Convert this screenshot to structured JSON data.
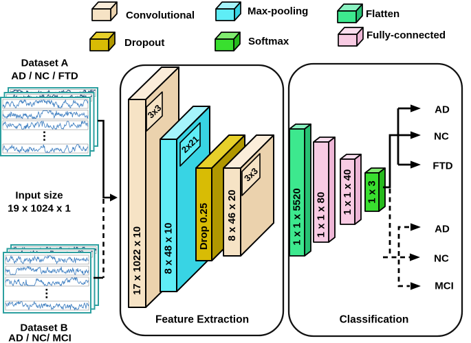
{
  "figure": {
    "description": "CNN architecture diagram for EEG classification"
  },
  "legend": {
    "items": [
      {
        "id": "convolutional",
        "label": "Convolutional",
        "front": "#F6E3C5",
        "top": "#FBEDDA",
        "side": "#EBD2AD"
      },
      {
        "id": "max-pooling",
        "label": "Max-pooling",
        "front": "#5FEDF6",
        "top": "#A5F4FB",
        "side": "#38D4E4"
      },
      {
        "id": "flatten",
        "label": "Flatten",
        "front": "#3DE88E",
        "top": "#8AF2C1",
        "side": "#27C173"
      },
      {
        "id": "dropout",
        "label": "Dropout",
        "front": "#D8BC05",
        "top": "#E7D02A",
        "side": "#B09700"
      },
      {
        "id": "softmax",
        "label": "Softmax",
        "front": "#39DF2F",
        "top": "#80EC6F",
        "side": "#27BA1E"
      },
      {
        "id": "fully-connected",
        "label": "Fully-connected",
        "front": "#F8CBE3",
        "top": "#FBDFEF",
        "side": "#EDB6D6"
      }
    ]
  },
  "left_panel": {
    "dataset_a": {
      "title": "Dataset A",
      "classes": "AD / NC / FTD"
    },
    "input_size_line1": "Input size",
    "input_size_line2": "19 x 1024 x 1",
    "dataset_b": {
      "title": "Dataset B",
      "classes": "AD / NC/ MCI"
    }
  },
  "feature_extraction": {
    "caption": "Feature Extraction",
    "layers": [
      {
        "type": "convolutional",
        "label": "17 x 1022 x 10",
        "kernel": "3x3"
      },
      {
        "type": "max-pooling",
        "label": "8 x 48 x 10",
        "kernel": "2x21"
      },
      {
        "type": "dropout",
        "label": "Drop 0.25"
      },
      {
        "type": "convolutional",
        "label": "8 x 46 x 20",
        "kernel": "3x3"
      }
    ]
  },
  "classification": {
    "caption": "Classification",
    "layers": [
      {
        "type": "flatten",
        "label": "1 x 1 x 5520"
      },
      {
        "type": "fully-connected",
        "label": "1 x 1 x 80"
      },
      {
        "type": "fully-connected",
        "label": "1 x 1 x 40"
      },
      {
        "type": "softmax",
        "label": "1 x 3"
      }
    ]
  },
  "outputs": {
    "solid": [
      {
        "label": "AD",
        "color": "#EC1B23"
      },
      {
        "label": "NC",
        "color": "#186B38"
      },
      {
        "label": "FTD",
        "color": "#2121DD"
      }
    ],
    "dashed": [
      {
        "label": "AD",
        "color": "#EC1B23"
      },
      {
        "label": "NC",
        "color": "#186B38"
      },
      {
        "label": "MCI",
        "color": "#2121DD"
      }
    ]
  }
}
